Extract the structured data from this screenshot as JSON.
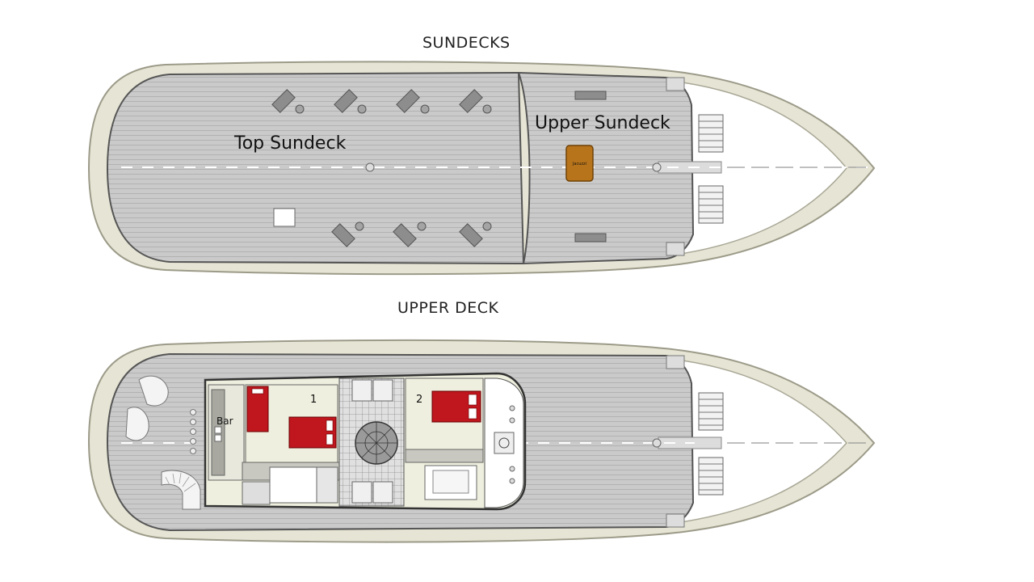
{
  "sections": {
    "sundecks_title": "SUNDECKS",
    "upper_deck_title": "UPPER DECK"
  },
  "sundecks": {
    "top_sundeck_label": "Top Sundeck",
    "upper_sundeck_label": "Upper Sundeck",
    "jacuzzi_label": "Jacuzzi"
  },
  "upper_deck": {
    "bar_label": "Bar",
    "cabin_1_label": "1",
    "cabin_2_label": "2"
  },
  "colors": {
    "hull": "#e6e4d4",
    "deck": "#c9c9c9",
    "planks": "#b5b5b5",
    "berth": "#c0161e",
    "jacuzzi": "#b8741a",
    "cabin_floor": "#efefdf"
  }
}
